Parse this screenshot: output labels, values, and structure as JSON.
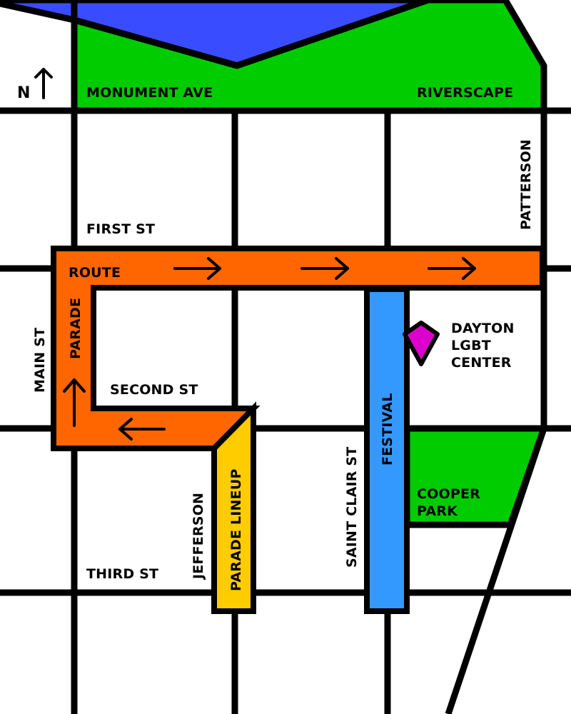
{
  "colors": {
    "water": "#3a4cff",
    "park": "#00cc00",
    "parade_route": "#ff6600",
    "parade_lineup": "#ffcc00",
    "festival": "#3399ff",
    "marker": "#dd00cc",
    "street": "#000000",
    "background": "#ffffff"
  },
  "north": {
    "label": "N"
  },
  "streets": {
    "monument_ave": "MONUMENT AVE",
    "first_st": "FIRST ST",
    "second_st": "SECOND ST",
    "third_st": "THIRD ST",
    "main_st": "MAIN ST",
    "jefferson": "JEFFERSON",
    "saint_clair_st": "SAINT CLAIR ST",
    "patterson": "PATTERSON"
  },
  "areas": {
    "riverscape": "RIVERSCAPE",
    "cooper_park_line1": "COOPER",
    "cooper_park_line2": "PARK"
  },
  "zones": {
    "route": "ROUTE",
    "parade": "PARADE",
    "parade_lineup": "PARADE LINEUP",
    "festival": "FESTIVAL"
  },
  "poi": {
    "line1": "DAYTON",
    "line2": "LGBT",
    "line3": "CENTER",
    "icon": "gem-marker-icon"
  }
}
